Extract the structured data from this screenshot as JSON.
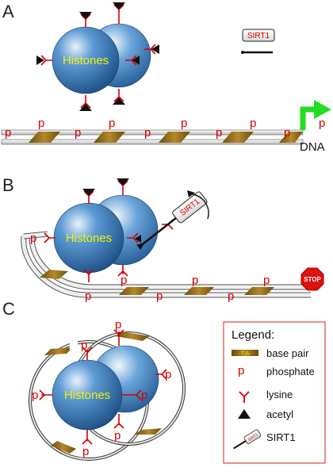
{
  "panels": {
    "a": {
      "letter": "A",
      "histone_label": "Histones",
      "sirt_label": "SIRT1",
      "dna_label": "DNA",
      "phosphate_glyph": "p"
    },
    "b": {
      "letter": "B",
      "histone_label": "Histones",
      "sirt_label": "SIRT1",
      "stop_label": "STOP",
      "phosphate_glyph": "p"
    },
    "c": {
      "letter": "C",
      "histone_label": "Histones",
      "phosphate_glyph": "p"
    }
  },
  "legend": {
    "title": "Legend:",
    "items": [
      {
        "icon": "base-pair-icon",
        "label": "base pair",
        "glyph": "-T-A-"
      },
      {
        "icon": "phosphate-icon",
        "label": "phosphate",
        "glyph": "p"
      },
      {
        "icon": "lysine-icon",
        "label": "lysine",
        "glyph": "Y"
      },
      {
        "icon": "acetyl-icon",
        "label": "acetyl"
      },
      {
        "icon": "sirt1-icon",
        "label": "SIRT1",
        "glyph": "SIRT1"
      }
    ]
  },
  "colors": {
    "phosphate": "#d40000",
    "histone": "#2a6fb3",
    "base_pair": "#a07a1a",
    "promoter_arrow": "#22dd22",
    "stop_sign": "#dd1111",
    "legend_border": "#cc2222"
  }
}
